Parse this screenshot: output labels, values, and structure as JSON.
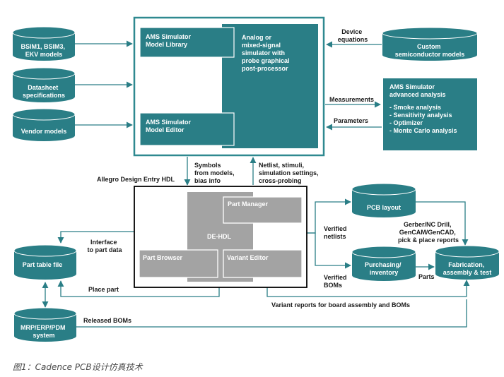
{
  "colors": {
    "teal": "#2a7e86",
    "grey": "#a3a3a3",
    "panel_border": "#2f8990",
    "black": "#000000"
  },
  "databases": {
    "bsim": [
      "BSIM1, BSIM3,",
      "EKV models"
    ],
    "datasheet": [
      "Datasheet",
      "specifications"
    ],
    "vendor": [
      "Vendor models"
    ],
    "custom": [
      "Custom",
      "semiconductor models"
    ],
    "part_table": [
      "Part table file"
    ],
    "mrp": [
      "MRP/ERP/PDM",
      "system"
    ],
    "pcb_layout": [
      "PCB layout"
    ],
    "purchasing": [
      "Purchasing/",
      "inventory"
    ],
    "fabrication": [
      "Fabrication,",
      "assembly & test"
    ]
  },
  "ams": {
    "library": [
      "AMS Simulator",
      "Model Library"
    ],
    "editor": [
      "AMS Simulator",
      "Model Editor"
    ],
    "analog": [
      "Analog or",
      "mixed-signal",
      "simulator with",
      "probe graphical",
      "post-processor"
    ],
    "advanced": [
      "AMS Simulator",
      "advanced analysis"
    ],
    "advanced_items": [
      "- Smoke analysis",
      "- Sensitivity analysis",
      "- Optimizer",
      "- Monte Carlo analysis"
    ]
  },
  "dehdl": {
    "title": "Allegro Design Entry HDL",
    "center": "DE-HDL",
    "part_manager": "Part Manager",
    "part_browser": "Part Browser",
    "variant_editor": "Variant Editor"
  },
  "labels": {
    "device_equations": [
      "Device",
      "equations"
    ],
    "measurements": "Measurements",
    "parameters": "Parameters",
    "symbols": [
      "Symbols",
      "from models,",
      "bias info"
    ],
    "netlist": [
      "Netlist, stimuli,",
      "simulation settings,",
      "cross-probing"
    ],
    "interface": [
      "Interface",
      "to part data"
    ],
    "place_part": "Place part",
    "verified_netlists": [
      "Verified",
      "netlists"
    ],
    "verified_boms": [
      "Verified",
      "BOMs"
    ],
    "gerber": [
      "Gerber/NC Drill,",
      "GenCAM/GenCAD,",
      "pick & place reports"
    ],
    "parts": "Parts",
    "variant_reports": "Variant reports for board assembly and BOMs",
    "released_boms": "Released BOMs"
  },
  "caption": "图1：Cadence PCB设计仿真技术"
}
